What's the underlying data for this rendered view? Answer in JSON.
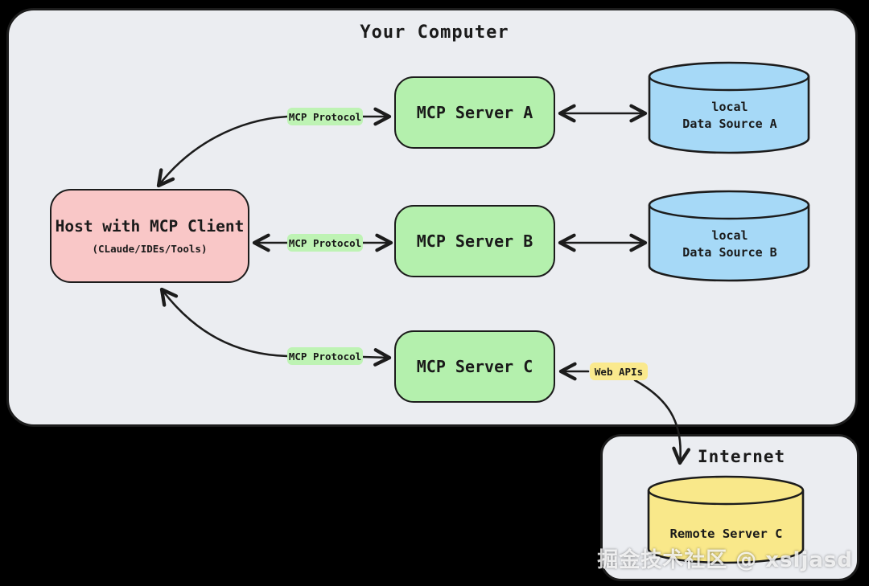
{
  "colors": {
    "background": "#000000",
    "panel": "#ebedf1",
    "stroke": "#1c1c1c",
    "host_pink": "#f9c7c7",
    "server_green": "#b4f0ad",
    "badge_green": "#bef3b4",
    "source_blue": "#a6d9f7",
    "remote_yellow": "#f9e88a",
    "badge_yellow": "#fae98d"
  },
  "computer": {
    "title": "Your Computer",
    "host": {
      "title": "Host with MCP Client",
      "subtitle": "(CLaude/IDEs/Tools)"
    },
    "servers": [
      {
        "label": "MCP Server A"
      },
      {
        "label": "MCP Server B"
      },
      {
        "label": "MCP Server C"
      }
    ],
    "protocol_badges": [
      {
        "label": "MCP Protocol"
      },
      {
        "label": "MCP Protocol"
      },
      {
        "label": "MCP Protocol"
      }
    ],
    "data_sources": [
      {
        "line1": "local",
        "line2": "Data Source A"
      },
      {
        "line1": "local",
        "line2": "Data Source B"
      }
    ],
    "web_apis_badge": {
      "label": "Web APIs"
    }
  },
  "internet": {
    "title": "Internet",
    "remote_server": {
      "label": "Remote Server C"
    }
  },
  "connections": [
    {
      "from": "Host with MCP Client",
      "to": "MCP Server A",
      "label": "MCP Protocol",
      "style": "curved, bidirectional"
    },
    {
      "from": "Host with MCP Client",
      "to": "MCP Server B",
      "label": "MCP Protocol",
      "style": "straight, bidirectional"
    },
    {
      "from": "Host with MCP Client",
      "to": "MCP Server C",
      "label": "MCP Protocol",
      "style": "curved, bidirectional"
    },
    {
      "from": "MCP Server A",
      "to": "local Data Source A",
      "label": "",
      "style": "straight, bidirectional"
    },
    {
      "from": "MCP Server B",
      "to": "local Data Source B",
      "label": "",
      "style": "straight, bidirectional"
    },
    {
      "from": "Web APIs",
      "to": "MCP Server C",
      "label": "Web APIs",
      "style": "straight, arrow to server"
    },
    {
      "from": "Web APIs",
      "to": "Remote Server C (Internet)",
      "label": "",
      "style": "curved, arrow down into Internet"
    }
  ],
  "watermark": "掘金技术社区 @ xsljasd"
}
